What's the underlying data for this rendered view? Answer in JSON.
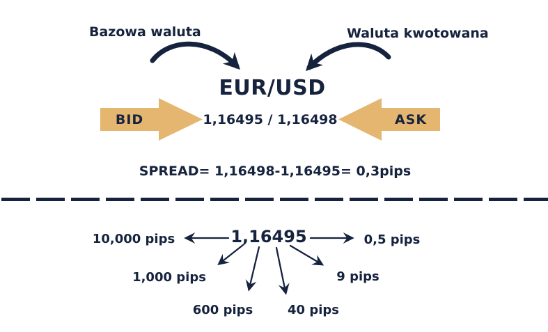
{
  "colors": {
    "navy": "#16233E",
    "gold": "#E4B670"
  },
  "top": {
    "base_currency_label": "Bazowa waluta",
    "quote_currency_label": "Waluta kwotowana",
    "pair": "EUR/USD",
    "bid_label": "BID",
    "ask_label": "ASK",
    "quote": "1,16495 / 1,16498",
    "spread_formula": "SPREAD= 1,16498-1,16495= 0,3pips"
  },
  "bottom": {
    "price": "1,16495",
    "pip_labels": [
      "10,000 pips",
      "0,5 pips",
      "1,000 pips",
      "9 pips",
      "600 pips",
      "40 pips"
    ]
  }
}
